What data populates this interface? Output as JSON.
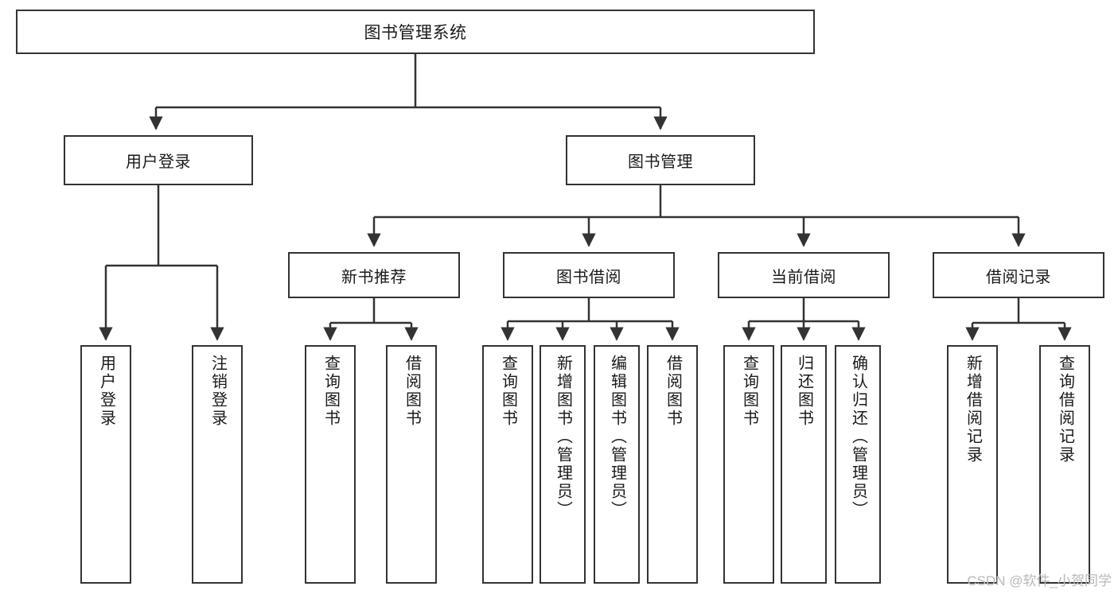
{
  "diagram": {
    "title": "图书管理系统",
    "type": "tree-hierarchy-chart",
    "watermark": "CSDN @软件_小贺同学",
    "colors": {
      "box_border": "#333333",
      "box_fill": "#ffffff",
      "connector": "#333333",
      "text": "#1a1a1a",
      "watermark": "#b8b8b8"
    },
    "root": {
      "label": "图书管理系统"
    },
    "level1": [
      {
        "label": "用户登录"
      },
      {
        "label": "图书管理"
      }
    ],
    "level2": [
      {
        "label": "新书推荐"
      },
      {
        "label": "图书借阅"
      },
      {
        "label": "当前借阅"
      },
      {
        "label": "借阅记录"
      }
    ],
    "leaves": {
      "user_login": [
        {
          "label": "用户登录"
        },
        {
          "label": "注销登录"
        }
      ],
      "new_book_recommend": [
        {
          "label": "查询图书"
        },
        {
          "label": "借阅图书"
        }
      ],
      "book_borrow": [
        {
          "label": "查询图书"
        },
        {
          "label": "新增图书（管理员）"
        },
        {
          "label": "编辑图书（管理员）"
        },
        {
          "label": "借阅图书"
        }
      ],
      "current_borrow": [
        {
          "label": "查询图书"
        },
        {
          "label": "归还图书"
        },
        {
          "label": "确认归还（管理员）"
        }
      ],
      "borrow_record": [
        {
          "label": "新增借阅记录"
        },
        {
          "label": "查询借阅记录"
        }
      ]
    }
  }
}
